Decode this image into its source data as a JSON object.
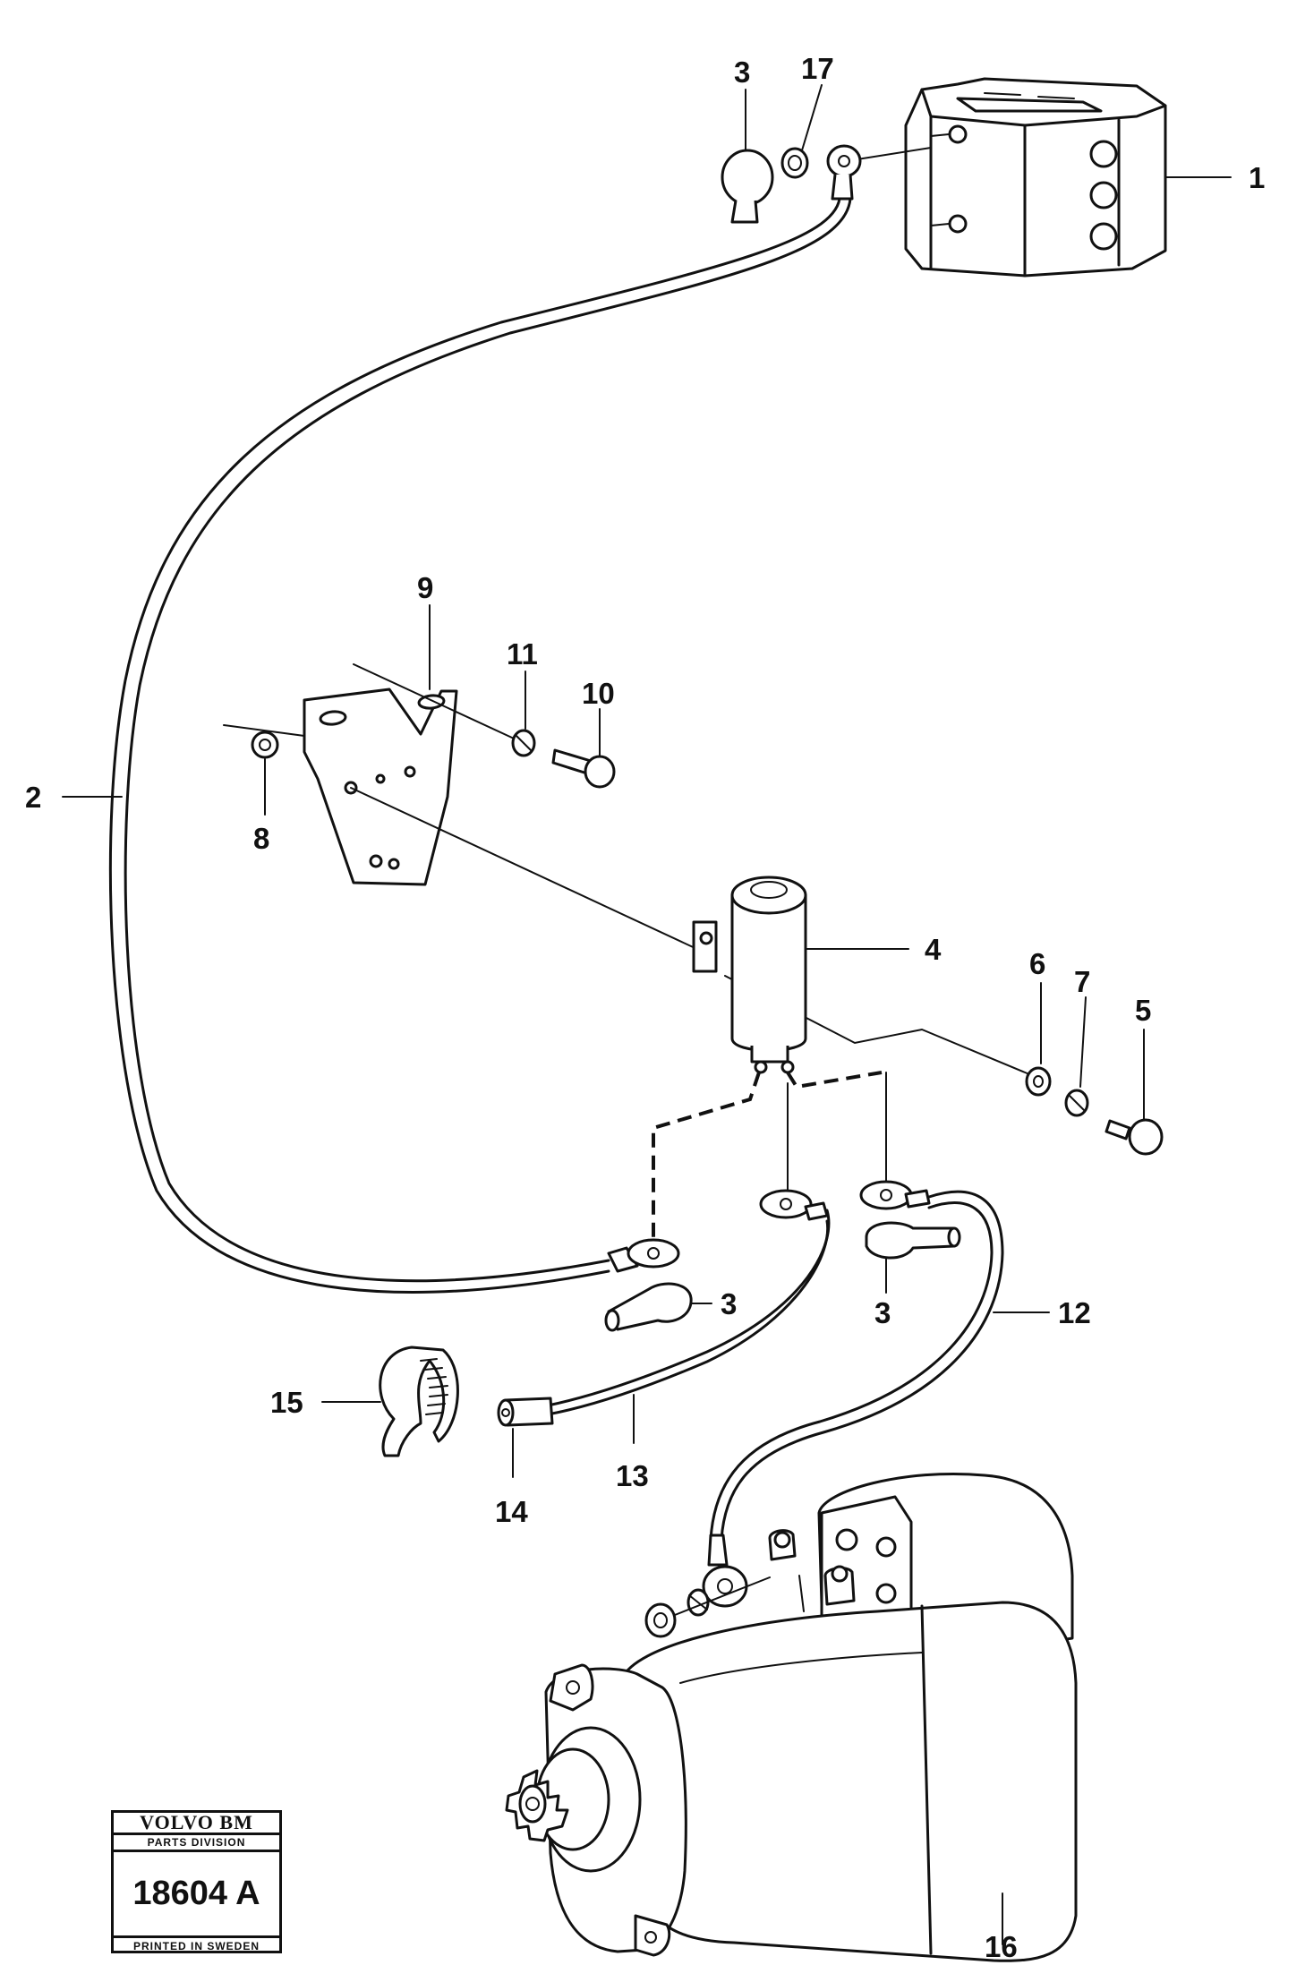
{
  "callouts": [
    {
      "id": "1",
      "text": "1"
    },
    {
      "id": "2",
      "text": "2"
    },
    {
      "id": "3a",
      "text": "3"
    },
    {
      "id": "17",
      "text": "17"
    },
    {
      "id": "9",
      "text": "9"
    },
    {
      "id": "11",
      "text": "11"
    },
    {
      "id": "10",
      "text": "10"
    },
    {
      "id": "8",
      "text": "8"
    },
    {
      "id": "4",
      "text": "4"
    },
    {
      "id": "6",
      "text": "6"
    },
    {
      "id": "7",
      "text": "7"
    },
    {
      "id": "5",
      "text": "5"
    },
    {
      "id": "3b",
      "text": "3"
    },
    {
      "id": "3c",
      "text": "3"
    },
    {
      "id": "12",
      "text": "12"
    },
    {
      "id": "15",
      "text": "15"
    },
    {
      "id": "13",
      "text": "13"
    },
    {
      "id": "14",
      "text": "14"
    },
    {
      "id": "16",
      "text": "16"
    }
  ],
  "logo": {
    "brand": "VOLVO BM",
    "division": "PARTS DIVISION",
    "number": "18604 A",
    "footer": "PRINTED IN SWEDEN"
  }
}
